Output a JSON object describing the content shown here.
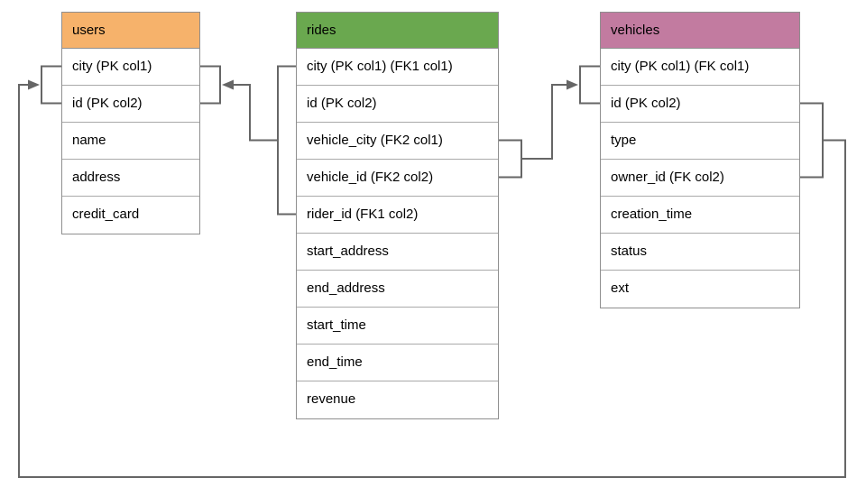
{
  "diagram": {
    "tables": [
      {
        "name": "users",
        "header_color": "#f6b26b",
        "columns": [
          "city (PK col1)",
          "id (PK col2)",
          "name",
          "address",
          "credit_card"
        ]
      },
      {
        "name": "rides",
        "header_color": "#6aa84f",
        "columns": [
          "city (PK col1) (FK1 col1)",
          "id (PK col2)",
          "vehicle_city (FK2 col1)",
          "vehicle_id (FK2 col2)",
          "rider_id (FK1 col2)",
          "start_address",
          "end_address",
          "start_time",
          "end_time",
          "revenue"
        ]
      },
      {
        "name": "vehicles",
        "header_color": "#c27ba0",
        "columns": [
          "city (PK col1) (FK col1)",
          "id (PK col2)",
          "type",
          "owner_id (FK col2)",
          "creation_time",
          "status",
          "ext"
        ]
      }
    ],
    "relationships": [
      {
        "name": "FK1",
        "from": "rides (city, rider_id)",
        "to": "users (city, id)"
      },
      {
        "name": "FK2",
        "from": "rides (vehicle_city, vehicle_id)",
        "to": "vehicles (city, id)"
      },
      {
        "name": "FK",
        "from": "vehicles (id, owner_id)",
        "to": "users (city, id)"
      }
    ],
    "colors": {
      "users_header": "#f6b26b",
      "rides_header": "#6aa84f",
      "vehicles_header": "#c27ba0",
      "connector": "#666666",
      "border": "#999999",
      "text": "#000000",
      "background": "#ffffff"
    }
  }
}
